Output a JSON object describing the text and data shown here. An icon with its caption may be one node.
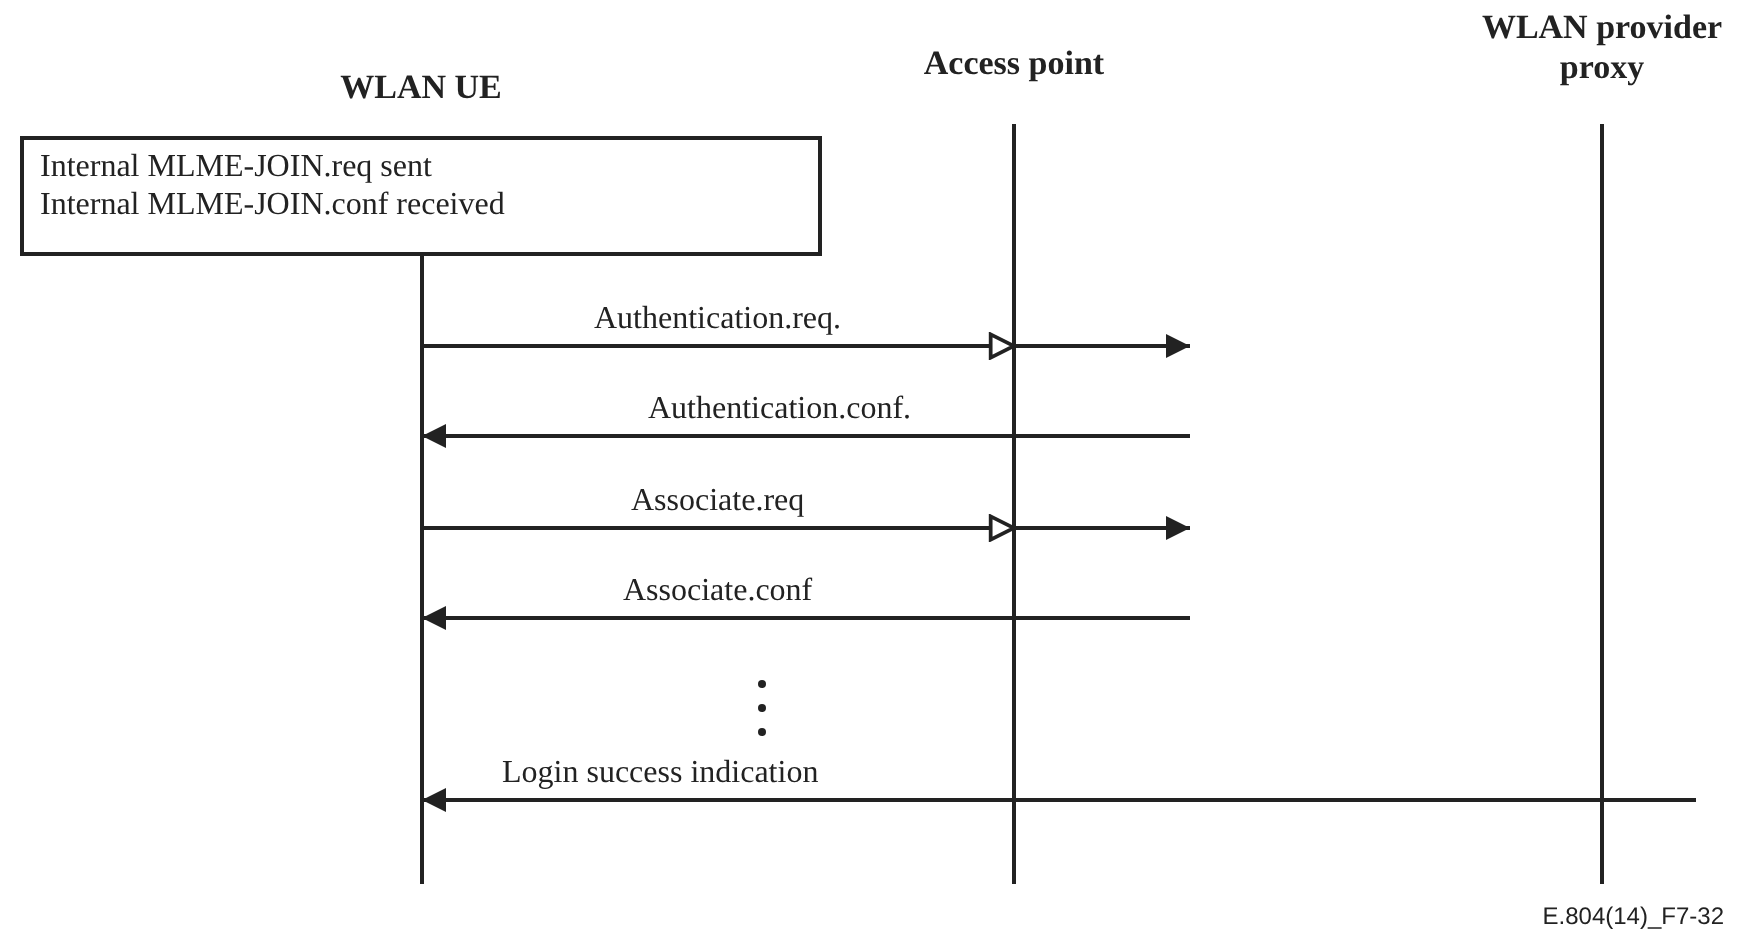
{
  "diagram": {
    "nodes": [
      {
        "text": [
          "WLAN UE",
          "Internal MLME-JOIN.req sent",
          "Internal MLME-JOIN.conf received"
        ]
      },
      {
        "text": [
          "Access point"
        ]
      },
      {
        "text": [
          "WLAN provider proxy"
        ]
      }
    ],
    "edges": [
      {
        "from": 0,
        "to": 1,
        "arrow": "to",
        "label": "Authentication.req."
      },
      {
        "from": 1,
        "to": null,
        "arrow": "to"
      },
      {
        "from": null,
        "to": 0,
        "arrow": "to",
        "label": "Authentication.conf."
      },
      {
        "from": 0,
        "to": 1,
        "arrow": "to",
        "label": "Associate.req"
      },
      {
        "from": 1,
        "to": null,
        "arrow": "to"
      },
      {
        "from": null,
        "to": 0,
        "arrow": "to",
        "label": "Associate.conf"
      },
      {
        "from": null,
        "to": 0,
        "arrow": "to",
        "label": "Login success indication"
      }
    ],
    "labels": [
      "E.804(14)_F7-32"
    ]
  }
}
